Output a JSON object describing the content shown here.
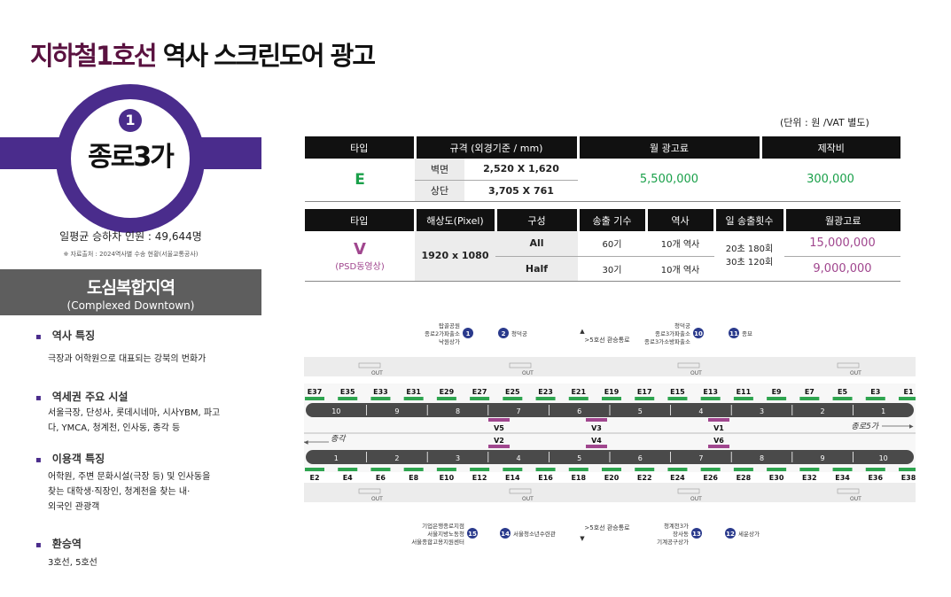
{
  "title": {
    "part1": "지하철1호선",
    "part2": " 역사 스크린도어 광고"
  },
  "station": {
    "line_no": "1",
    "name": "종로3가",
    "riders": "일평균 승하차 인원 : 49,644명",
    "source": "※ 자료출처 : 2024역사별 수송 현황(서울교통공사)"
  },
  "zone": {
    "name": "도심복합지역",
    "sub": "(Complexed Downtown)"
  },
  "sections": [
    {
      "heading": "역사 특징",
      "body": [
        "극장과 어학원으로 대표되는 강북의 번화가"
      ]
    },
    {
      "heading": "역세권 주요 시설",
      "body": [
        "서울극장, 단성사, 롯데시네마, 시사YBM, 파고",
        "다, YMCA, 청계천, 인사동, 종각 등"
      ]
    },
    {
      "heading": "이용객 특징",
      "body": [
        "어학원, 주변 문화시설(극장 등) 및 인사동을",
        "찾는 대학생·직장인,  청계천을 찾는 내·",
        "외국인 관광객"
      ]
    },
    {
      "heading": "환승역",
      "body": [
        "3호선, 5호선"
      ]
    }
  ],
  "unit_note": "(단위 : 원 /VAT 별도)",
  "table1": {
    "headers": [
      "타입",
      "규격 (외경기준 / mm)",
      "월 광고료",
      "제작비"
    ],
    "type": "E",
    "rows": [
      {
        "label": "벽면",
        "size": "2,520 X 1,620"
      },
      {
        "label": "상단",
        "size": "3,705 X 761"
      }
    ],
    "monthly": "5,500,000",
    "production": "300,000"
  },
  "table2": {
    "headers": [
      "타입",
      "해상도(Pixel)",
      "구성",
      "송출 기수",
      "역사",
      "일 송출횟수",
      "월광고료"
    ],
    "type": "V",
    "type_sub": "(PSD동영상)",
    "resolution": "1920 x 1080",
    "rows": [
      {
        "config": "All",
        "units": "60기",
        "stations": "10개 역사",
        "price": "15,000,000"
      },
      {
        "config": "Half",
        "units": "30기",
        "stations": "10개 역사",
        "price": "9,000,000"
      }
    ],
    "daily": [
      "20초 180회",
      "30초 120회"
    ]
  },
  "diagram": {
    "top_exits": [
      {
        "num": "1",
        "labels": [
          "탑골공원",
          "종로2가파출소",
          "낙원상가"
        ]
      },
      {
        "num": "2",
        "labels": [
          "청덕궁"
        ]
      },
      {
        "num": "10",
        "labels": [
          "청덕궁",
          "종로3가파출소",
          "종로3가소방파출소"
        ]
      },
      {
        "num": "11",
        "labels": [
          "종묘"
        ]
      }
    ],
    "top_transfer": "5호선 환승통로",
    "bottom_exits": [
      {
        "num": "15",
        "labels": [
          "기업은행종로지점",
          "서울지방노동청",
          "서울종합고용지원센터"
        ]
      },
      {
        "num": "14",
        "labels": [
          "서울청소년수련관"
        ]
      },
      {
        "num": "13",
        "labels": [
          "청계천3가",
          "장사동",
          "기계공구상가"
        ]
      },
      {
        "num": "12",
        "labels": [
          "세운상가"
        ]
      }
    ],
    "bottom_transfer": "5호선 환승통로",
    "out_label": "OUT",
    "top_doors": [
      "E37",
      "E35",
      "E33",
      "E31",
      "E29",
      "E27",
      "E25",
      "E23",
      "E21",
      "E19",
      "E17",
      "E15",
      "E13",
      "E11",
      "E9",
      "E7",
      "E5",
      "E3",
      "E1"
    ],
    "bottom_doors": [
      "E2",
      "E4",
      "E6",
      "E8",
      "E10",
      "E12",
      "E14",
      "E16",
      "E18",
      "E20",
      "E22",
      "E24",
      "E26",
      "E28",
      "E30",
      "E32",
      "E34",
      "E36",
      "E38"
    ],
    "top_cars": [
      "10",
      "9",
      "8",
      "7",
      "6",
      "5",
      "4",
      "3",
      "2",
      "1"
    ],
    "bottom_cars": [
      "1",
      "2",
      "3",
      "4",
      "5",
      "6",
      "7",
      "8",
      "9",
      "10"
    ],
    "top_v": [
      "V5",
      "V3",
      "V1"
    ],
    "bottom_v": [
      "V2",
      "V4",
      "V6"
    ],
    "dir_left": "종각",
    "dir_right": "종로5가"
  }
}
